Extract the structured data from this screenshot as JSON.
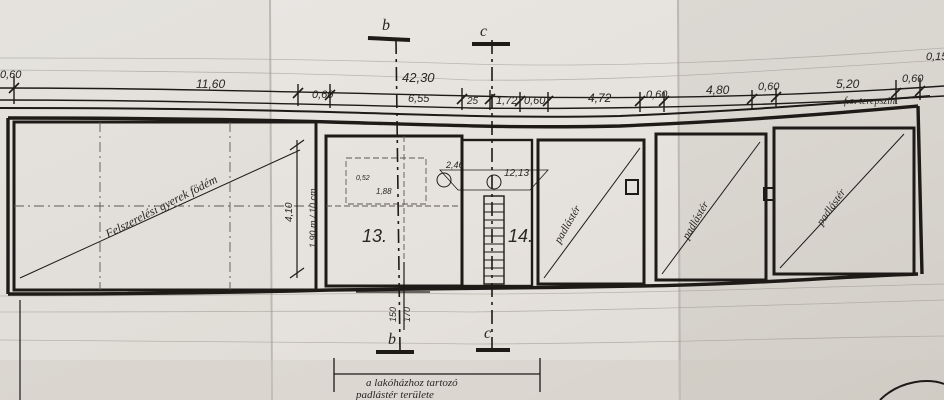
{
  "dimensions": {
    "top": [
      "0,60",
      "11,60",
      "0,60",
      "42,30",
      "6,55",
      "25",
      "1,72",
      "0,60",
      "4,72",
      "0,60",
      "4,80",
      "0,60",
      "5,20",
      "0,60",
      "0,15"
    ],
    "vertical_left": [
      "4,10",
      "1,90 m / 10 cm"
    ],
    "vertical_bottom": [
      "150",
      "170"
    ],
    "stair": [
      "2,46",
      "12,13",
      "1,88",
      "0,52"
    ]
  },
  "room_numbers": [
    "13.",
    "14."
  ],
  "section_marks": {
    "b": "b",
    "c": "c"
  },
  "labels": {
    "attic_floor_line": "Felszerelési gyerek födém",
    "storage_1": "padlástér",
    "storage_2": "padlástér",
    "storage_3": "padlástér",
    "terrain": "f.o. terepszint",
    "bottom_note_1": "a lakóházhoz tartozó",
    "bottom_note_2": "padlástér területe"
  },
  "colors": {
    "paper": "#e6e3de",
    "ink": "#1d1a17",
    "shadow": "#b9b4ad"
  }
}
